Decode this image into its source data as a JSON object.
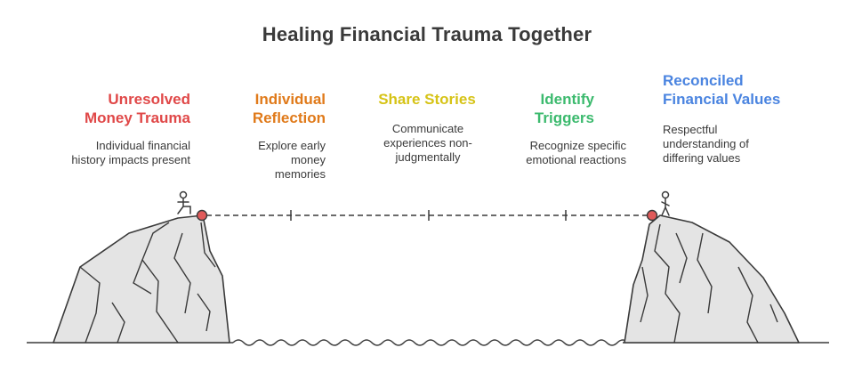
{
  "title": "Healing Financial Trauma Together",
  "stages": [
    {
      "title": "Unresolved\nMoney Trauma",
      "description": "Individual financial\nhistory impacts present",
      "color": "#e04848"
    },
    {
      "title": "Individual\nReflection",
      "description": "Explore early money\nmemories",
      "color": "#e07a1a"
    },
    {
      "title": "Share Stories",
      "description": "Communicate\nexperiences non-\njudgmentally",
      "color": "#d6c316"
    },
    {
      "title": "Identify\nTriggers",
      "description": "Recognize specific\nemotional reactions",
      "color": "#3cba6e"
    },
    {
      "title": "Reconciled\nFinancial Values",
      "description": "Respectful\nunderstanding of\ndiffering values",
      "color": "#4a84e0"
    }
  ],
  "colors": {
    "rock_fill": "#e4e4e4",
    "rock_stroke": "#3a3a3a",
    "anchor": "#e05a5a",
    "text": "#3a3a3a"
  }
}
